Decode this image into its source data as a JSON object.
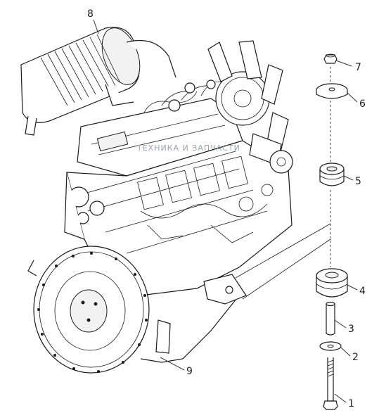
{
  "diagram": {
    "callouts": [
      {
        "id": "c1",
        "label": "1"
      },
      {
        "id": "c2",
        "label": "2"
      },
      {
        "id": "c3",
        "label": "3"
      },
      {
        "id": "c4",
        "label": "4"
      },
      {
        "id": "c5",
        "label": "5"
      },
      {
        "id": "c6",
        "label": "6"
      },
      {
        "id": "c7",
        "label": "7"
      },
      {
        "id": "c8",
        "label": "8"
      },
      {
        "id": "c9",
        "label": "9"
      }
    ],
    "watermark": "ТЕХНИКА И ЗАПЧАСТИ"
  }
}
